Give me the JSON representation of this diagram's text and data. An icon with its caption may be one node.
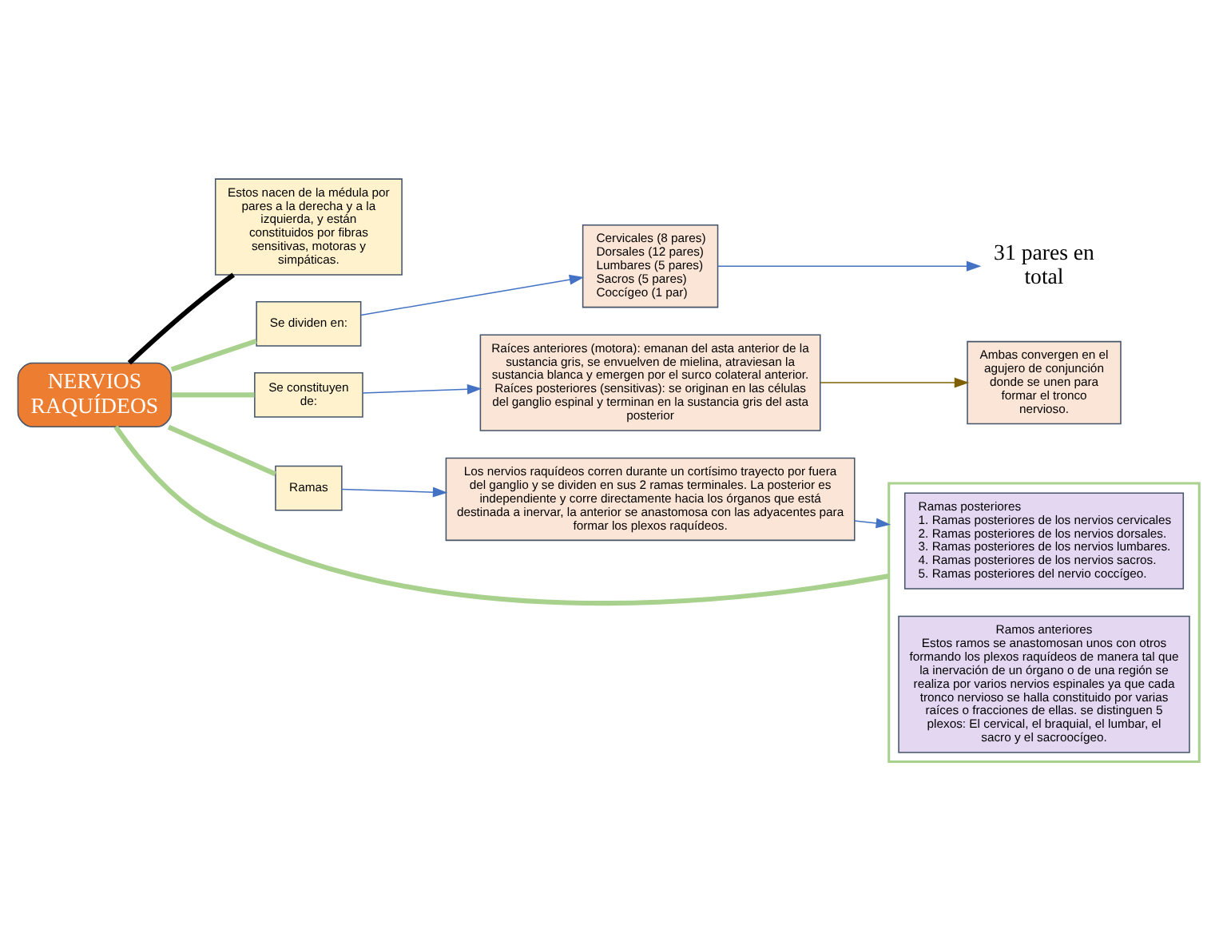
{
  "diagram": {
    "nodes": [
      {
        "text": [
          "NERVIOS RAQUÍDEOS"
        ]
      },
      {
        "text": [
          "Estos nacen de la médula por pares a la derecha y a la izquierda, y están constituidos por fibras sensitivas, motoras y simpáticas."
        ]
      },
      {
        "text": [
          "Se dividen en:"
        ]
      },
      {
        "text": [
          "Cervicales (8 pares)",
          "Dorsales (12 pares)",
          "Lumbares (5 pares)",
          "Sacros (5 pares)",
          "Coccígeo (1 par)"
        ]
      },
      {
        "text": [
          "31 pares en total"
        ]
      },
      {
        "text": [
          "Se constituyen de:"
        ]
      },
      {
        "text": [
          "Raíces anteriores (motora): emanan del asta anterior de la sustancia gris, se envuelven de mielina, atraviesan la sustancia blanca y emergen por el surco colateral anterior.",
          "Raíces posteriores (sensitivas): se originan en las células del ganglio espinal y terminan en la sustancia gris del asta posterior"
        ]
      },
      {
        "text": [
          "Ambas convergen en el agujero de conjunción donde se unen para formar el tronco nervioso."
        ]
      },
      {
        "text": [
          "Ramas"
        ]
      },
      {
        "text": [
          "Los nervios raquídeos corren durante un cortísimo trayecto por fuera del ganglio y se dividen en sus 2 ramas terminales. La posterior es independiente y corre directamente hacia los órganos que está destinada a inervar, la anterior se anastomosa con las adyacentes para formar los plexos raquídeos."
        ]
      },
      {
        "text": [],
        "shape": "box"
      },
      {
        "text": [
          "Ramas posteriores",
          "1. Ramas posteriores de los nervios cervicales",
          "2. Ramas posteriores de los nervios dorsales.",
          "3. Ramas posteriores de los nervios lumbares.",
          "4. Ramas posteriores de los nervios sacros.",
          "5. Ramas posteriores del nervio coccígeo."
        ],
        "in": 10
      },
      {
        "text": [
          "Ramos anteriores",
          "Estos ramos se anastomosan unos con otros formando los plexos raquídeos de manera tal que la inervación de un órgano o de una región se realiza por varios nervios espinales ya que cada tronco nervioso se halla constituido por varias raíces o fracciones de ellas. se distinguen 5 plexos: El cervical, el braquial, el lumbar, el sacro y el sacroocígeo."
        ],
        "in": 10
      }
    ],
    "edges": [
      {
        "from": 0,
        "to": 1,
        "arrow": "none",
        "style": "thick",
        "color": "#000000"
      },
      {
        "from": 0,
        "to": 2,
        "arrow": "none",
        "style": "thick",
        "color": "#a9d18e"
      },
      {
        "from": 0,
        "to": 5,
        "arrow": "none",
        "style": "thick",
        "color": "#a9d18e"
      },
      {
        "from": 0,
        "to": 8,
        "arrow": "none",
        "style": "thick",
        "color": "#a9d18e"
      },
      {
        "from": 0,
        "to": 10,
        "arrow": "none",
        "style": "thick",
        "color": "#a9d18e"
      },
      {
        "from": 2,
        "to": 3,
        "arrow": "to"
      },
      {
        "from": 3,
        "to": 4,
        "arrow": "to"
      },
      {
        "from": 5,
        "to": 6,
        "arrow": "to"
      },
      {
        "from": 6,
        "to": 7,
        "arrow": "to",
        "color": "#7f6000"
      },
      {
        "from": 8,
        "to": 9,
        "arrow": "to"
      },
      {
        "from": 9,
        "to": 10,
        "arrow": "to"
      }
    ]
  }
}
